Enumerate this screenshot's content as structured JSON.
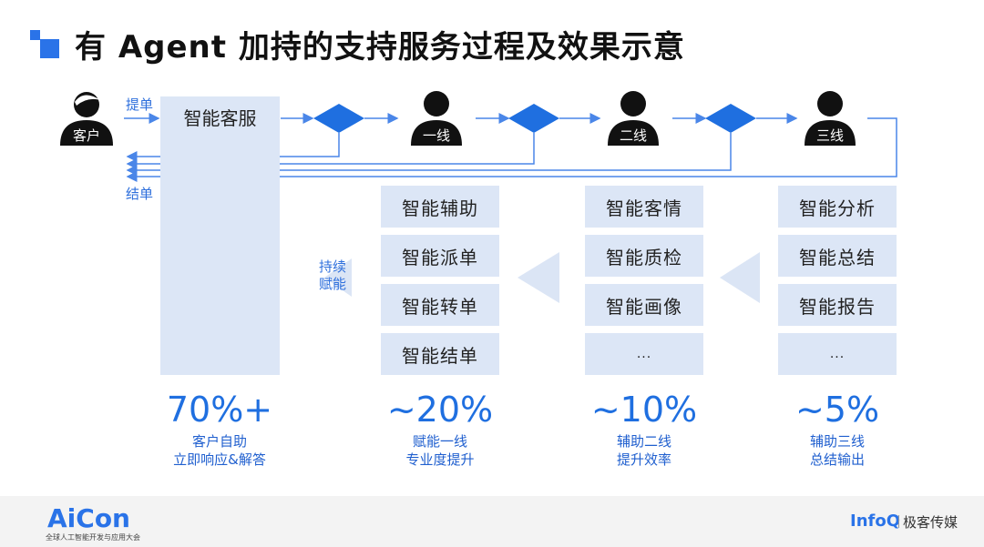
{
  "title": "有 Agent 加持的支持服务过程及效果示意",
  "actors": {
    "customer": "客户",
    "line1": "一线",
    "line2": "二线",
    "line3": "三线"
  },
  "flow_labels": {
    "submit": "提单",
    "close": "结单",
    "empower": "持续\n赋能"
  },
  "panel_title": "智能客服",
  "columns": [
    {
      "boxes": [
        "智能辅助",
        "智能派单",
        "智能转单",
        "智能结单"
      ]
    },
    {
      "boxes": [
        "智能客情",
        "智能质检",
        "智能画像",
        "..."
      ]
    },
    {
      "boxes": [
        "智能分析",
        "智能总结",
        "智能报告",
        "..."
      ]
    }
  ],
  "stats": [
    {
      "pct": "70%+",
      "l1": "客户自助",
      "l2": "立即响应&解答"
    },
    {
      "pct": "~20%",
      "l1": "赋能一线",
      "l2": "专业度提升"
    },
    {
      "pct": "~10%",
      "l1": "辅助二线",
      "l2": "提升效率"
    },
    {
      "pct": "~5%",
      "l1": "辅助三线",
      "l2": "总结输出"
    }
  ],
  "footer": {
    "brand": "AiCon",
    "brand_sub": "全球人工智能开发与应用大会",
    "infoq": "InfoQ",
    "jike": "极客传媒"
  },
  "colors": {
    "accent": "#2a73e8",
    "box": "#dce6f6",
    "arrow": "#4a86e8",
    "triangle": "#dbe5f5"
  }
}
